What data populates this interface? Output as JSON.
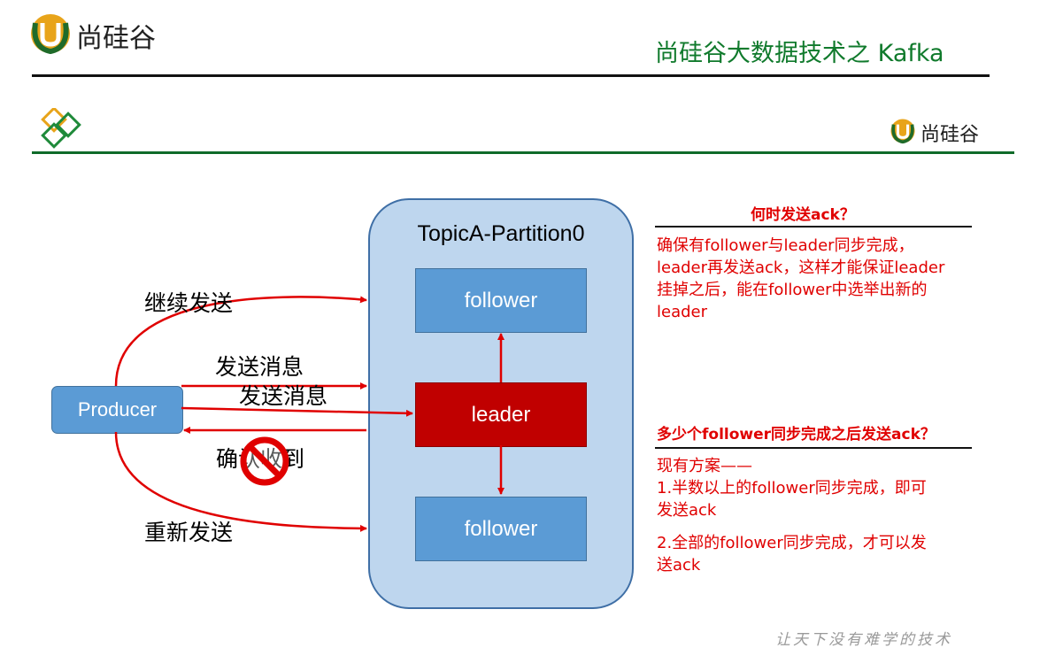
{
  "header": {
    "logo_text": "尚硅谷",
    "slide_title": "尚硅谷大数据技术之 Kafka",
    "sub_logo_text": "尚硅谷"
  },
  "diagram": {
    "partition_title": "TopicA-Partition0",
    "follower_top": "follower",
    "leader": "leader",
    "follower_bottom": "follower",
    "producer": "Producer",
    "labels": {
      "continue_send": "继续发送",
      "send_msg_1": "发送消息",
      "send_msg_2": "发送消息",
      "ack_received": "确认收到",
      "resend": "重新发送"
    }
  },
  "notes": {
    "q1": "何时发送ack？",
    "q1_body": [
      "确保有follower与leader同步完成，",
      "leader再发送ack，这样才能保证leader",
      "挂掉之后，能在follower中选举出新的",
      "leader"
    ],
    "q2": "多少个follower同步完成之后发送ack？",
    "q2_intro": "现有方案——",
    "q2_opt1": [
      "1.半数以上的follower同步完成，即可",
      "发送ack"
    ],
    "q2_opt2": [
      "2.全部的follower同步完成，才可以发",
      "送ack"
    ]
  },
  "footer": {
    "slogan": "让天下没有难学的技术"
  },
  "colors": {
    "accent_green": "#107a2c",
    "red": "#e00000",
    "blue_box": "#5b9bd5",
    "leader_red": "#c00000",
    "partition_bg": "#bed6ee"
  }
}
